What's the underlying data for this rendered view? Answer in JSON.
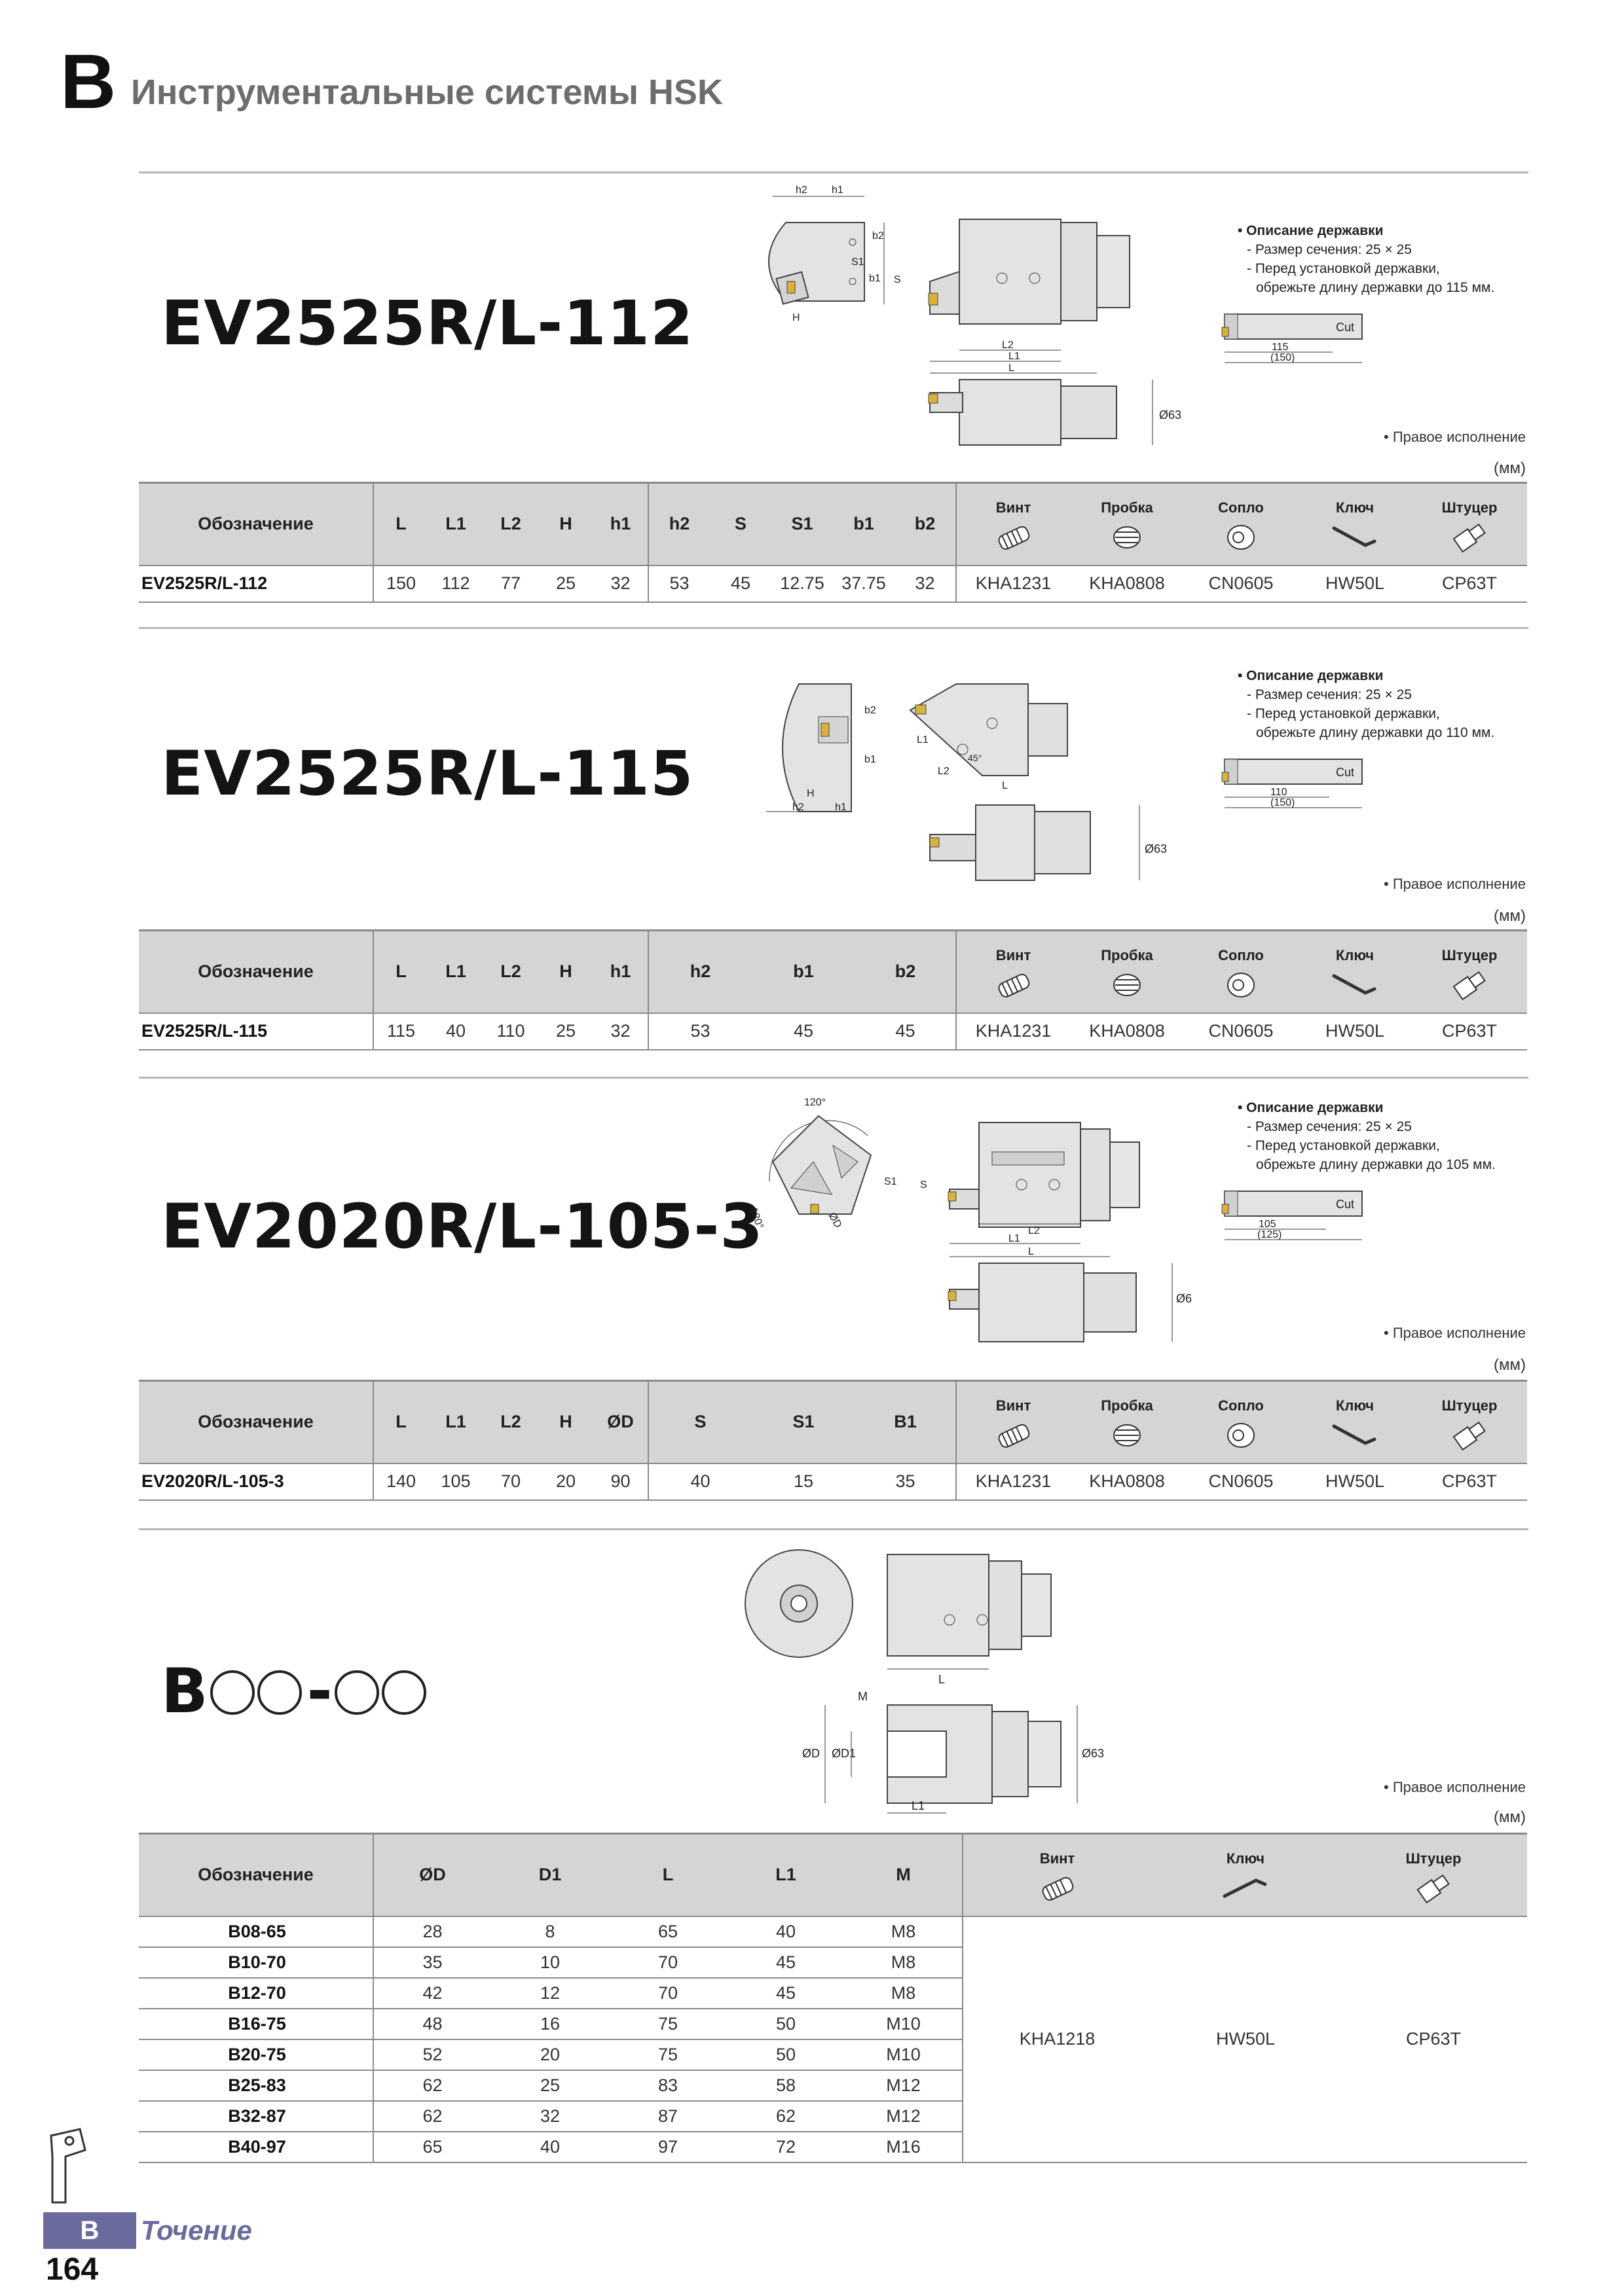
{
  "header": {
    "letter": "B",
    "title": "Инструментальные системы HSK"
  },
  "common": {
    "right_hand": "• Правое исполнение",
    "unit": "(мм)",
    "cut_label": "Cut",
    "phi63": "Ø63",
    "acc_labels": {
      "screw": "Винт",
      "plug": "Пробка",
      "nozzle": "Сопло",
      "key": "Ключ",
      "fitting": "Штуцер"
    }
  },
  "section1": {
    "model": "EV2525R/L-112",
    "note": {
      "title": "• Описание державки",
      "line1": "- Размер сечения: 25 × 25",
      "line2": "- Перед установкой державки,",
      "line3": "обрежьте длину державки до 115 мм."
    },
    "holder_len": "115",
    "holder_len2": "(150)",
    "dims": {
      "h2": "h2",
      "h1": "h1",
      "b2": "b2",
      "S1": "S1",
      "S": "S",
      "b1": "b1",
      "H": "H",
      "L2": "L2",
      "L1": "L1",
      "L": "L"
    },
    "cols": [
      "Обозначение",
      "L",
      "L1",
      "L2",
      "H",
      "h1",
      "h2",
      "S",
      "S1",
      "b1",
      "b2"
    ],
    "row": [
      "EV2525R/L-112",
      "150",
      "112",
      "77",
      "25",
      "32",
      "53",
      "45",
      "12.75",
      "37.75",
      "32",
      "KHA1231",
      "KHA0808",
      "CN0605",
      "HW50L",
      "CP63T"
    ]
  },
  "section2": {
    "model": "EV2525R/L-115",
    "note": {
      "title": "• Описание державки",
      "line1": "- Размер сечения: 25 × 25",
      "line2": "- Перед установкой державки,",
      "line3": "обрежьте длину державки до 110 мм."
    },
    "holder_len": "110",
    "holder_len2": "(150)",
    "dims": {
      "b2": "b2",
      "b1": "b1",
      "H": "H",
      "h2": "h2",
      "h1": "h1",
      "L1": "L1",
      "L2": "L2",
      "L": "L",
      "angle": "45°"
    },
    "cols": [
      "Обозначение",
      "L",
      "L1",
      "L2",
      "H",
      "h1",
      "h2",
      "b1",
      "b2"
    ],
    "row": [
      "EV2525R/L-115",
      "115",
      "40",
      "110",
      "25",
      "32",
      "53",
      "45",
      "45",
      "KHA1231",
      "KHA0808",
      "CN0605",
      "HW50L",
      "CP63T"
    ]
  },
  "section3": {
    "model": "EV2020R/L-105-3",
    "note": {
      "title": "• Описание державки",
      "line1": "- Размер сечения: 25 × 25",
      "line2": "- Перед установкой державки,",
      "line3": "обрежьте длину державки до 105 мм."
    },
    "holder_len": "105",
    "holder_len2": "(125)",
    "dims": {
      "a120": "120°",
      "a120b": "120°",
      "D": "ØD",
      "S1": "S1",
      "S": "S",
      "L2": "L2",
      "L1": "L1",
      "L": "L"
    },
    "cols": [
      "Обозначение",
      "L",
      "L1",
      "L2",
      "H",
      "ØD",
      "S",
      "S1",
      "B1"
    ],
    "row": [
      "EV2020R/L-105-3",
      "140",
      "105",
      "70",
      "20",
      "90",
      "40",
      "15",
      "35",
      "KHA1231",
      "KHA0808",
      "CN0605",
      "HW50L",
      "CP63T"
    ]
  },
  "section4": {
    "model_b": "B",
    "model_dash": "-",
    "dims": {
      "L": "L",
      "M": "M",
      "D": "ØD",
      "D1": "ØD1",
      "L1": "L1"
    },
    "cols": [
      "Обозначение",
      "ØD",
      "D1",
      "L",
      "L1",
      "M"
    ],
    "rows": [
      [
        "B08-65",
        "28",
        "8",
        "65",
        "40",
        "M8"
      ],
      [
        "B10-70",
        "35",
        "10",
        "70",
        "45",
        "M8"
      ],
      [
        "B12-70",
        "42",
        "12",
        "70",
        "45",
        "M8"
      ],
      [
        "B16-75",
        "48",
        "16",
        "75",
        "50",
        "M10"
      ],
      [
        "B20-75",
        "52",
        "20",
        "75",
        "50",
        "M10"
      ],
      [
        "B25-83",
        "62",
        "25",
        "83",
        "58",
        "M12"
      ],
      [
        "B32-87",
        "62",
        "32",
        "87",
        "62",
        "M12"
      ],
      [
        "B40-97",
        "65",
        "40",
        "97",
        "72",
        "M16"
      ]
    ],
    "acc": [
      "KHA1218",
      "HW50L",
      "CP63T"
    ]
  },
  "footer": {
    "tab": "B",
    "label": "Точение",
    "page": "164"
  }
}
